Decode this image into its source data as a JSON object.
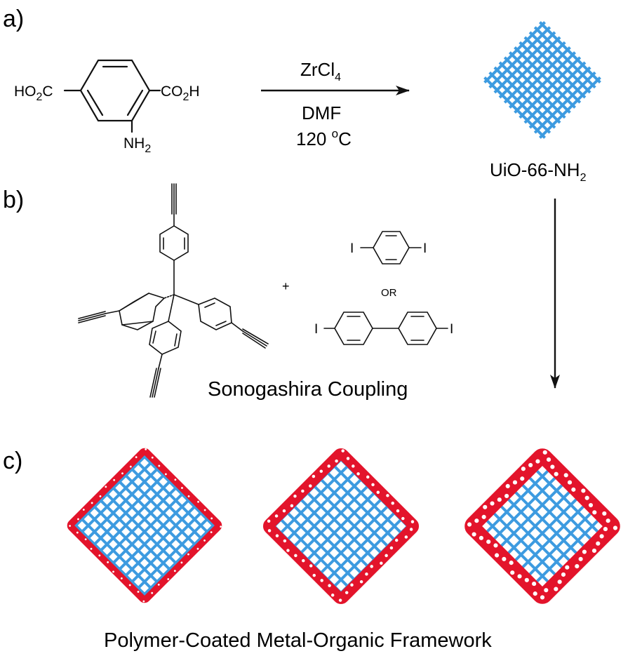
{
  "panels": {
    "a_label": "a)",
    "b_label": "b)",
    "c_label": "c)"
  },
  "reaction_a": {
    "left_group_prefix": "HO",
    "left_group_sub": "2",
    "left_group_suffix": "C",
    "right_group_prefix": "CO",
    "right_group_sub": "2",
    "right_group_suffix": "H",
    "amine_prefix": "NH",
    "amine_sub": "2",
    "reagent_prefix": "ZrCl",
    "reagent_sub": "4",
    "solvent": "DMF",
    "temperature_value": "120 ",
    "temperature_degree": "o",
    "temperature_unit": "C",
    "product_prefix": "UiO-66-NH",
    "product_sub": "2"
  },
  "reaction_b": {
    "plus": "+",
    "or": "OR",
    "iodo": "I",
    "coupling_label": "Sonogashira Coupling"
  },
  "reaction_c": {
    "caption": "Polymer-Coated Metal-Organic Framework"
  },
  "colors": {
    "framework_blue": "#3d9be0",
    "polymer_red": "#e3142b",
    "ink": "#111111"
  }
}
